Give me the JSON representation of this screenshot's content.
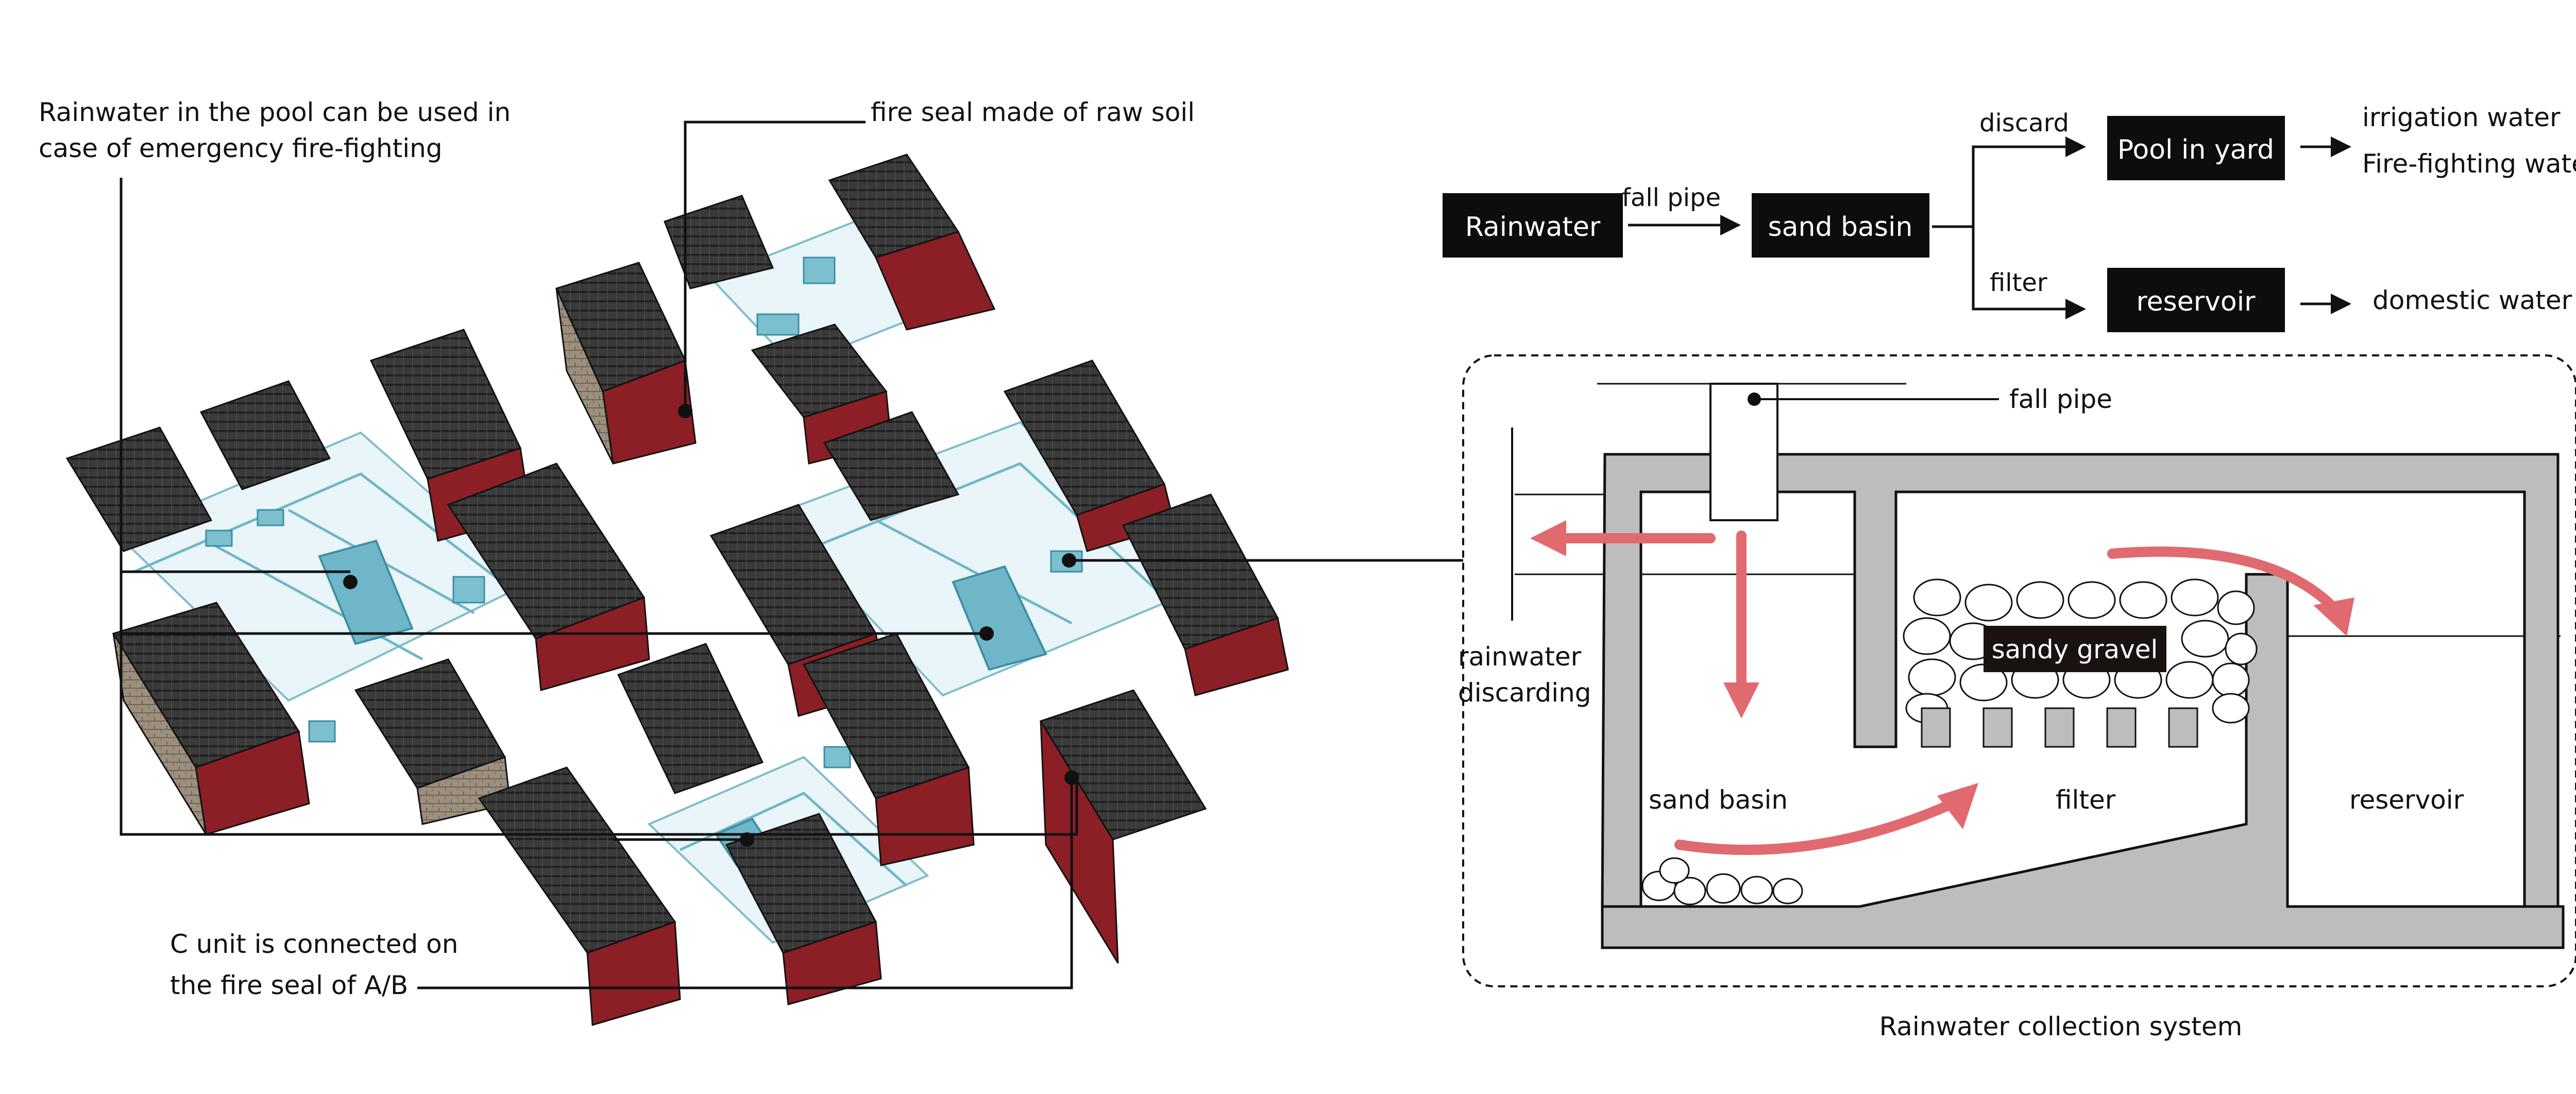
{
  "left_annotations": {
    "pool_note_line1": "Rainwater in the pool can be used in",
    "pool_note_line2": "case of emergency fire-fighting",
    "fire_seal_note": "fire seal made of  raw soil",
    "c_unit_line1": "C unit is connected on",
    "c_unit_line2": "the fire seal of A/B"
  },
  "flow": {
    "rainwater": "Rainwater",
    "fall_pipe": "fall pipe",
    "sand_basin": "sand basin",
    "discard": "discard",
    "filter": "filter",
    "pool_in_yard": "Pool in yard",
    "reservoir": "reservoir",
    "irrigation_water": "irrigation water",
    "fire_fighting_water": "Fire-fighting water",
    "domestic_water": "domestic water"
  },
  "section": {
    "fall_pipe": "fall pipe",
    "rainwater_discarding_line1": "rainwater",
    "rainwater_discarding_line2": "discarding",
    "sand_basin": "sand basin",
    "filter": "filter",
    "reservoir": "reservoir",
    "sandy_gravel": "sandy gravel",
    "caption": "Rainwater collection system"
  },
  "colors": {
    "arrow_red": "#e06a6f",
    "wall_gray": "#bdbdbd",
    "box_black": "#0d0d0d",
    "pool_blue": "#6fb6c8",
    "wall_red": "#8b1f25",
    "roof_dark": "#2e2e2e"
  }
}
